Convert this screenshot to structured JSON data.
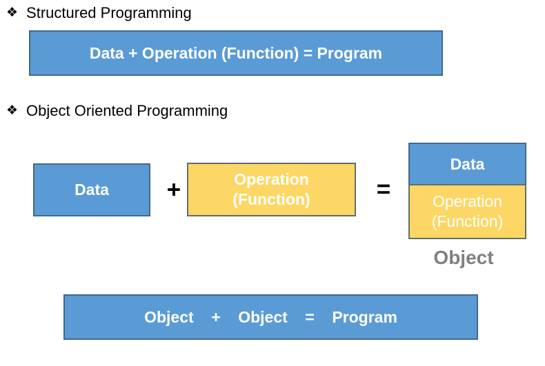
{
  "colors": {
    "blue_fill": "#5B9BD5",
    "blue_border": "#41688E",
    "yellow_fill": "#FCD765",
    "yellow_border": "#5E7066",
    "text_white": "#FFFFFF",
    "label_gray": "#7F7F7F",
    "heading_black": "#000000",
    "bg": "#FFFFFF"
  },
  "structured": {
    "bullet": "❖",
    "heading": "Structured Programming",
    "formula": "Data + Operation (Function) = Program"
  },
  "oop": {
    "bullet": "❖",
    "heading": "Object Oriented Programming",
    "equation": {
      "data_box": "Data",
      "plus": "+",
      "operation_line1": "Operation",
      "operation_line2": "(Function)",
      "equals": "="
    },
    "object_box": {
      "data": "Data",
      "operation_line1": "Operation",
      "operation_line2": "(Function)",
      "label": "Object"
    },
    "formula": "Object    +    Object    =    Program"
  }
}
